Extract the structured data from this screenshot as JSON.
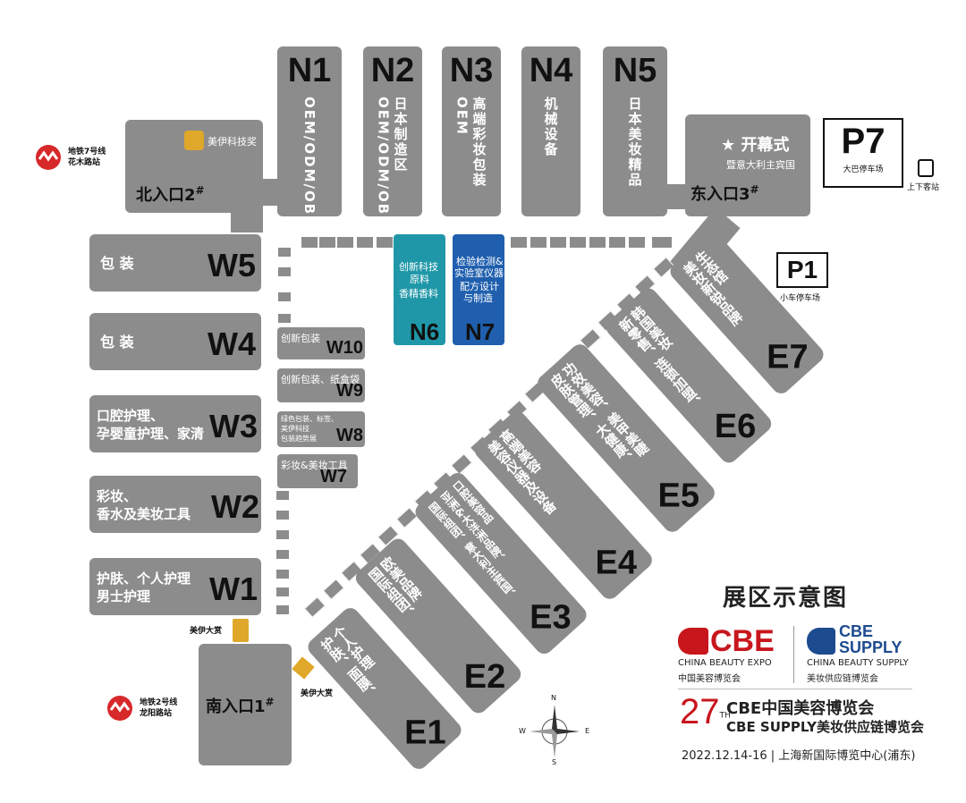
{
  "north": [
    {
      "code": "N1",
      "desc": "OEM/ODM/OBM"
    },
    {
      "code": "N2",
      "desc": "日本制造区 OEM/ODM/OBM"
    },
    {
      "code": "N3",
      "desc": "高端彩妆包装 OEM"
    },
    {
      "code": "N4",
      "desc": "机械设备"
    },
    {
      "code": "N5",
      "desc": "日本美妆精品"
    }
  ],
  "north_small": {
    "n6": {
      "code": "N6",
      "line1": "创新科技",
      "line2": "原料",
      "line3": "香精香料",
      "color": "#1f97a8"
    },
    "n7": {
      "code": "N7",
      "line1": "检验检测&",
      "line2": "实验室仪器",
      "line3": "配方设计",
      "line4": "与制造",
      "color": "#1f5fae"
    }
  },
  "west": [
    {
      "code": "W5",
      "line1": "包 装",
      "line2": ""
    },
    {
      "code": "W4",
      "line1": "包 装",
      "line2": ""
    },
    {
      "code": "W3",
      "line1": "口腔护理、",
      "line2": "孕婴童护理、家清"
    },
    {
      "code": "W2",
      "line1": "彩妆、",
      "line2": "香水及美妆工具"
    },
    {
      "code": "W1",
      "line1": "护肤、个人护理",
      "line2": "男士护理"
    }
  ],
  "west_small": [
    {
      "code": "W10",
      "line1": "创新包装",
      "line2": "",
      "line3": ""
    },
    {
      "code": "W9",
      "line1": "创新包装、纸盒袋",
      "line2": "",
      "line3": ""
    },
    {
      "code": "W8",
      "line1": "绿色包装、标签、",
      "line2": "美伊科技",
      "line3": "包装趋势展"
    },
    {
      "code": "W7",
      "line1": "彩妆&美妆工具",
      "line2": "",
      "line3": ""
    }
  ],
  "east": [
    {
      "code": "E1",
      "line1": "护肤、面膜、",
      "line2": "个人护理"
    },
    {
      "code": "E2",
      "line1": "国际组团、",
      "line2": "欧美品牌"
    },
    {
      "code": "E3",
      "line1": "国际组团、意大利主宾国、",
      "line2": "亚洲&大洋洲品牌、",
      "line3": "口腔美容品"
    },
    {
      "code": "E4",
      "line1": "美容仪器及设备",
      "line2": "高端美容"
    },
    {
      "code": "E5",
      "line1": "皮肤管理、大健康、",
      "line2": "功效美容、美甲美睫"
    },
    {
      "code": "E6",
      "line1": "新零售、连锁加盟、",
      "line2": "韩国美妆"
    },
    {
      "code": "E7",
      "line1": "美妆新锐品牌",
      "line2": "生态馆"
    }
  ],
  "entrances": {
    "north": {
      "label": "北入口2",
      "sup": "#",
      "brand": "美伊科技奖"
    },
    "east": {
      "label": "东入口3",
      "sup": "#",
      "ceremony": "开幕式",
      "ceremony_sub": "暨意大利主宾国"
    },
    "south": {
      "label": "南入口1",
      "sup": "#"
    },
    "south_award_a": "美伊大赏",
    "south_award_b": "美伊大赏"
  },
  "parking": {
    "p7": {
      "code": "P7",
      "label": "大巴停车场"
    },
    "p1": {
      "code": "P1",
      "label": "小车停车场"
    },
    "bus_stop": "上下客站"
  },
  "metro": {
    "line7": {
      "line1": "地铁7号线",
      "line2": "花木路站"
    },
    "line2": {
      "line1": "地铁2号线",
      "line2": "龙阳路站"
    }
  },
  "compass": {
    "n": "N",
    "s": "S",
    "e": "E",
    "w": "W"
  },
  "legend": {
    "title": "展区示意图",
    "cbe_logo": "CBE",
    "cbe_en": "CHINA BEAUTY EXPO",
    "cbe_cn": "中国美容博览会",
    "supply_logo_a": "CBE",
    "supply_logo_b": "SUPPLY",
    "supply_en": "CHINA BEAUTY SUPPLY",
    "supply_cn": "美妆供应链博览会",
    "num": "27",
    "num_sup": "TH",
    "event_line1": "CBE中国美容博览会",
    "event_line2": "CBE SUPPLY美妆供应链博览会",
    "date_venue": "2022.12.14-16 | 上海新国际博览中心(浦东)"
  },
  "colors": {
    "hall": "#8c8c8c",
    "n6": "#1f97a8",
    "n7": "#1f5fae",
    "cbe_red": "#c8161d",
    "supply_blue": "#1d4b8f",
    "metro_red": "#d7282a",
    "award_gold": "#e0a82a"
  }
}
